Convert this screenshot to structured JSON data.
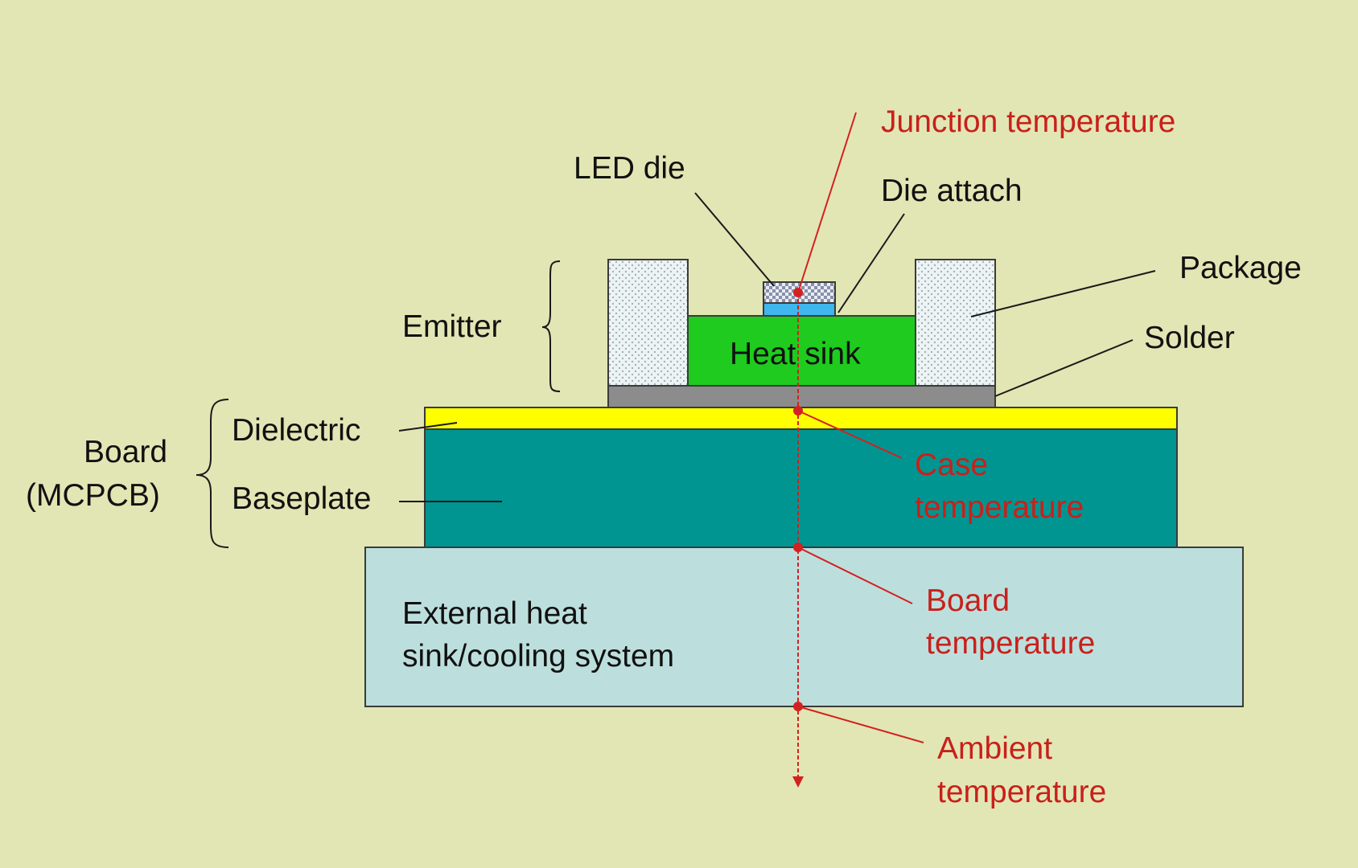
{
  "colors": {
    "background": "#e2e6b4",
    "external_heat_sink": "#bcdfdd",
    "baseplate": "#009590",
    "dielectric": "#ffff00",
    "solder": "#8c8c8c",
    "heat_sink": "#1ecb1e",
    "die_attach": "#3fb6ee",
    "package": "#e4ecec",
    "temperature_marker": "#d42020",
    "temperature_text": "#c8201c",
    "leader_line": "#1a1a1a"
  },
  "labels": {
    "led_die": "LED die",
    "die_attach": "Die attach",
    "package": "Package",
    "solder": "Solder",
    "emitter": "Emitter",
    "heat_sink": "Heat sink",
    "board_line1": "Board",
    "board_line2": "(MCPCB)",
    "dielectric": "Dielectric",
    "baseplate": "Baseplate",
    "external_line1": "External heat",
    "external_line2": "sink/cooling system"
  },
  "temperatures": {
    "junction": "Junction temperature",
    "case_line1": "Case",
    "case_line2": "temperature",
    "board_line1": "Board",
    "board_line2": "temperature",
    "ambient_line1": "Ambient",
    "ambient_line2": "temperature"
  }
}
